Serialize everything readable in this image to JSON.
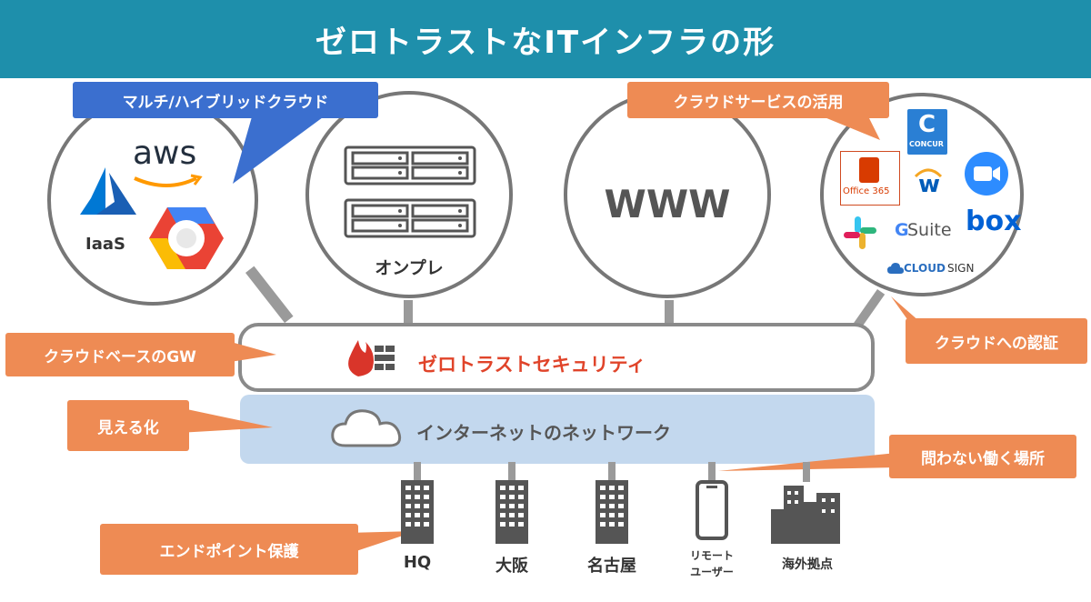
{
  "header": {
    "title": "ゼロトラストなITインフラの形"
  },
  "colors": {
    "header": "#1e8fab",
    "callout_orange": "#ee8b54",
    "callout_blue": "#3b6fcf",
    "network": "#c3d8ee",
    "security_text": "#e0442a"
  },
  "circles": {
    "cloud": {
      "label": "IaaS",
      "logos": [
        "aws",
        "azure-icon",
        "google-cloud-icon"
      ],
      "aws_text": "aws"
    },
    "onprem": {
      "label": "オンプレ"
    },
    "web": {
      "label": "WWW"
    },
    "saas": {
      "logos": {
        "concur": "CONCUR",
        "office": "Office 365",
        "workday": "w",
        "zoom": "zoom-icon",
        "slack": "slack-icon",
        "gsuite_g": "G",
        "gsuite_rest": "Suite",
        "box": "box",
        "cloudsign_a": "CLOUD",
        "cloudsign_b": "SIGN"
      }
    }
  },
  "callouts": {
    "multi_cloud": "マルチ/ハイブリッドクラウド",
    "cloud_services": "クラウドサービスの活用",
    "cloud_auth": "クラウドへの認証",
    "cloud_gw": "クラウドベースのGW",
    "visibility": "見える化",
    "anywhere": "問わない働く場所",
    "endpoint": "エンドポイント保護"
  },
  "bars": {
    "security": "ゼロトラストセキュリティ",
    "network": "インターネットのネットワーク"
  },
  "endpoints": [
    {
      "label": "HQ"
    },
    {
      "label": "大阪"
    },
    {
      "label": "名古屋"
    },
    {
      "label_line1": "リモート",
      "label_line2": "ユーザー"
    },
    {
      "label": "海外拠点"
    }
  ]
}
